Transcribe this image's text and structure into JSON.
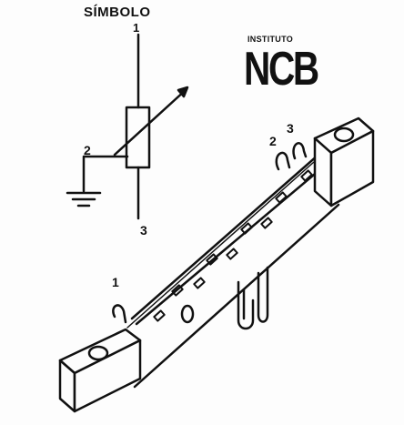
{
  "diagram": {
    "title": "SÍMBOLO",
    "symbol_terminals": [
      "1",
      "2",
      "3"
    ],
    "physical_terminals": [
      "1",
      "2",
      "3"
    ]
  },
  "logo": {
    "top_text": "INSTITUTO",
    "main_text": "NCB"
  },
  "colors": {
    "ink": "#111111",
    "paper": "#fdfdfd"
  }
}
